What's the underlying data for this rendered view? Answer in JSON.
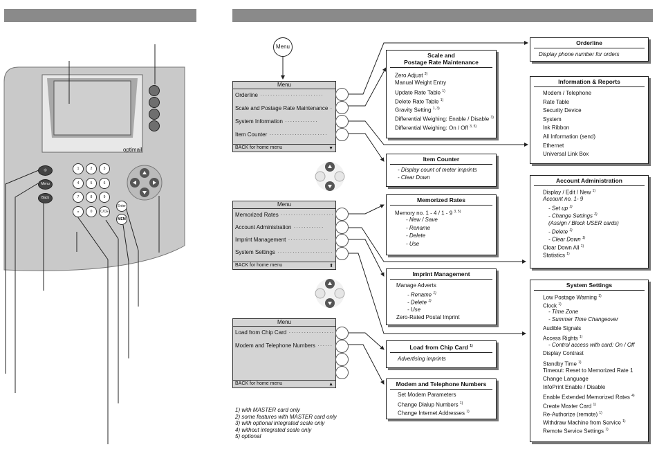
{
  "device": {
    "brand": "optimail",
    "keypad": [
      "1",
      "2",
      "3",
      "4",
      "5",
      "6",
      "7",
      "8",
      "9",
      "⁎",
      "0",
      "C/CE"
    ],
    "left_keys": [
      "◎",
      "Menu",
      "Back"
    ],
    "enter_label": "Enter",
    "mem_label": "MEM"
  },
  "menus": [
    {
      "title": "Menu",
      "items": [
        "Orderline",
        "Scale and Postage Rate Maintenance",
        "System Information",
        "Item Counter"
      ],
      "footer": "BACK for home menu"
    },
    {
      "title": "Menu",
      "items": [
        "Memorized Rates",
        "Account Administration",
        "Imprint Management",
        "System Settings"
      ],
      "footer": "BACK for home menu"
    },
    {
      "title": "Menu",
      "items": [
        "Load from Chip Card",
        "Modem and Telephone Numbers"
      ],
      "footer": "BACK for home menu"
    }
  ],
  "boxes": {
    "orderline": {
      "title": "Orderline",
      "lines": [
        "Display phone number for orders"
      ]
    },
    "scale": {
      "title1": "Scale and",
      "title2": "Postage Rate Maintenance",
      "lines": [
        "Zero Adjust",
        "Manual Weight Entry",
        "Update Rate Table",
        "Delete Rate Table",
        "Gravity Setting",
        "Differential Weighing: Enable / Disable",
        "Differential Weighing: On / Off"
      ],
      "sups": [
        "3)",
        "",
        "1)",
        "1)",
        "1, 3)",
        "3)",
        "3, 5)"
      ]
    },
    "info": {
      "title": "Information & Reports",
      "lines": [
        "Modem / Telephone",
        "Rate Table",
        "Security Device",
        "System",
        "Ink Ribbon",
        "All Information (send)",
        "Ethernet",
        "Universal Link Box"
      ]
    },
    "item_counter": {
      "title": "Item Counter",
      "lines": [
        "- Display count of meter imprints",
        "- Clear Down"
      ]
    },
    "memorized": {
      "title": "Memorized Rates",
      "head": "Memory no. 1 - 4 / 1 - 9",
      "head_sup": "3, 5)",
      "lines": [
        "- New / Save",
        "- Rename",
        "- Delete",
        "- Use"
      ]
    },
    "account": {
      "title": "Account Administration",
      "lines": [
        "Display / Edit / New",
        "Account no. 1- 9",
        "- Set up",
        "- Change Settings",
        "(Assign / Block USER cards)",
        "- Delete",
        "- Clear Down",
        "Clear Down All",
        "Statistics"
      ],
      "sups": [
        "1)",
        "",
        "1)",
        "2)",
        "",
        "1)",
        "1)",
        "1)",
        "1)"
      ]
    },
    "imprint": {
      "title": "Imprint Management",
      "lines": [
        "Manage Adverts",
        "- Rename",
        "- Delete",
        "- Use",
        "Zero-Rated Postal Imprint"
      ],
      "sups": [
        "",
        "1)",
        "1)",
        "",
        ""
      ]
    },
    "system": {
      "title": "System Settings",
      "lines": [
        "Low Postage Warning",
        "Clock",
        "- Time Zone",
        "- Summer Time Changeover",
        "Audible Signals",
        "Access Rights",
        "- Control access with card: On / Off",
        "Display Contrast",
        "Standby Time",
        "Timeout: Reset to Memorized Rate 1",
        "Change Language",
        "InfoPrint Enable / Disable",
        "Enable Extended Memorized Rates",
        "Create Master Card",
        "Re-Authorize (remote)",
        "Withdraw Machine from Service",
        "Remote Service Settings"
      ],
      "sups": [
        "1)",
        "1)",
        "",
        "",
        "",
        "1)",
        "",
        "",
        "1)",
        "",
        "",
        "",
        "4)",
        "1)",
        "1)",
        "1)",
        "1)"
      ]
    },
    "chip": {
      "title": "Load from Chip Card",
      "title_sup": "1)",
      "lines": [
        "Advertising imprints"
      ]
    },
    "modem": {
      "title": "Modem and Telephone Numbers",
      "lines": [
        "Set Modem Parameters",
        "Change Dialup Numbers",
        "Change Internet Addresses"
      ],
      "sups": [
        "",
        "1)",
        "1)"
      ]
    }
  },
  "footnotes": [
    "1)  with MASTER card only",
    "2)  some features with MASTER card only",
    "3)  with optional integrated scale only",
    "4)  without integrated scale only",
    "5)  optional"
  ],
  "menu_button_label": "Menu",
  "colors": {
    "header_bar": "#8a8a8a",
    "device_body": "#c9c9c9",
    "screen": "#cfcfcf",
    "menu_bg": "#d4d4d4"
  }
}
